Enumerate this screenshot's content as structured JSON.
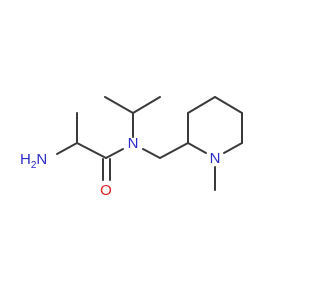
{
  "structure": {
    "atoms": {
      "amine": "H2N",
      "amine_h": "H",
      "amine_sub": "2",
      "amine_n": "N",
      "amide_n": "N",
      "carbonyl_o": "O",
      "ring_n": "N"
    },
    "colors": {
      "bond": "#3a3a3a",
      "nitrogen": "#2b2bc8",
      "oxygen": "#e02020",
      "background": "#ffffff"
    }
  }
}
